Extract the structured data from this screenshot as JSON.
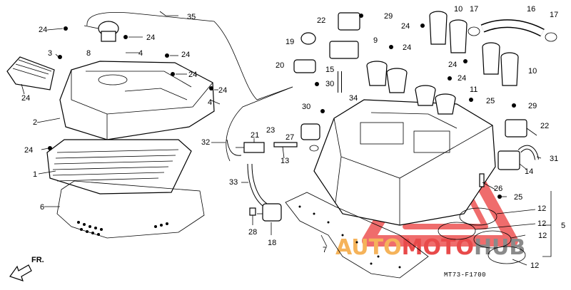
{
  "diagram_code": "MT73-F1700",
  "direction_marker": "FR.",
  "watermark": {
    "text_orange": "AUTO",
    "text_red": "MOTO",
    "text_gray": "HUB",
    "colors": {
      "orange": "#f5b35a",
      "red": "#e84a4a",
      "gray": "#8a8a8a",
      "triangle": "#ea3b3b"
    }
  },
  "callouts": [
    {
      "text": "35"
    },
    {
      "text": "24"
    },
    {
      "text": "8"
    },
    {
      "text": "24"
    },
    {
      "text": "4"
    },
    {
      "text": "24"
    },
    {
      "text": "24"
    },
    {
      "text": "3"
    },
    {
      "text": "24"
    },
    {
      "text": "24"
    },
    {
      "text": "4"
    },
    {
      "text": "2"
    },
    {
      "text": "24"
    },
    {
      "text": "1"
    },
    {
      "text": "6"
    },
    {
      "text": "32"
    },
    {
      "text": "21"
    },
    {
      "text": "13"
    },
    {
      "text": "33"
    },
    {
      "text": "28"
    },
    {
      "text": "18"
    },
    {
      "text": "7"
    },
    {
      "text": "22"
    },
    {
      "text": "29"
    },
    {
      "text": "19"
    },
    {
      "text": "9"
    },
    {
      "text": "24"
    },
    {
      "text": "20"
    },
    {
      "text": "15"
    },
    {
      "text": "30"
    },
    {
      "text": "34"
    },
    {
      "text": "30"
    },
    {
      "text": "23"
    },
    {
      "text": "27"
    },
    {
      "text": "10"
    },
    {
      "text": "17"
    },
    {
      "text": "16"
    },
    {
      "text": "17"
    },
    {
      "text": "24"
    },
    {
      "text": "24"
    },
    {
      "text": "24"
    },
    {
      "text": "10"
    },
    {
      "text": "11"
    },
    {
      "text": "25"
    },
    {
      "text": "29"
    },
    {
      "text": "22"
    },
    {
      "text": "31"
    },
    {
      "text": "14"
    },
    {
      "text": "26"
    },
    {
      "text": "25"
    },
    {
      "text": "12"
    },
    {
      "text": "12"
    },
    {
      "text": "5"
    },
    {
      "text": "12"
    },
    {
      "text": "12"
    }
  ]
}
